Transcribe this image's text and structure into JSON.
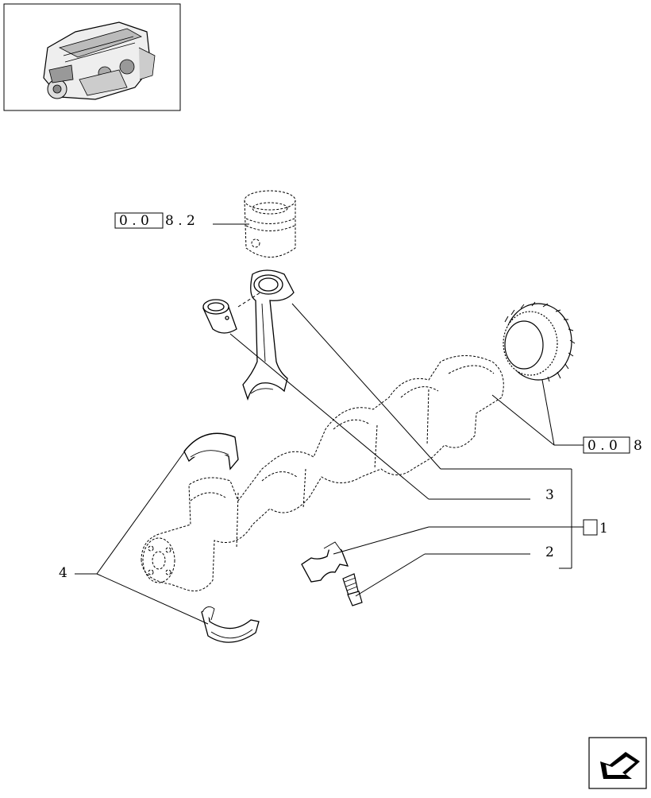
{
  "thumbnail": {
    "icon": "engine-thumbnail-icon"
  },
  "references": {
    "piston": {
      "boxed": "0 . 0",
      "suffix": "8 . 2"
    },
    "gear": {
      "boxed": "0 . 0",
      "suffix": "8"
    }
  },
  "callouts": {
    "c1": "1",
    "c2": "2",
    "c3": "3",
    "c4": "4"
  },
  "nav": {
    "icon": "next-page-arrow-icon"
  }
}
